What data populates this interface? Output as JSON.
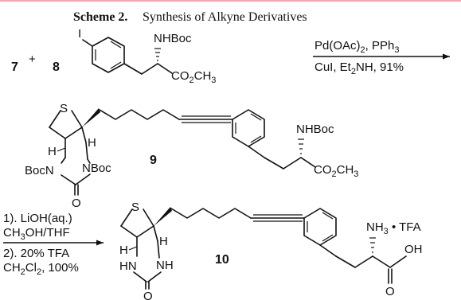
{
  "caption": {
    "label": "Scheme 2.",
    "title": "Synthesis of Alkyne Derivatives"
  },
  "step1": {
    "reactant_a": "7",
    "plus": "+",
    "reactant_b": "8",
    "iodo": "I",
    "boc_amine": "NHBoc",
    "ester": "CO2CH3",
    "reagents_line1": "Pd(OAc)2, PPh3",
    "reagents_line2": "CuI, Et2NH, 91%"
  },
  "compound9": {
    "number": "9",
    "sulfur": "S",
    "h_label": "H",
    "boc_n_left": "BocN",
    "boc_n_right": "NBoc",
    "oxygen": "O",
    "boc_amine": "NHBoc",
    "ester": "CO2CH3"
  },
  "step2": {
    "line1": "1). LiOH(aq.)",
    "line2": "CH3OH/THF",
    "line3": "2). 20% TFA",
    "line4": "CH2Cl2, 100%"
  },
  "compound10": {
    "number": "10",
    "sulfur": "S",
    "h_label": "H",
    "nh_left": "HN",
    "nh_right": "NH",
    "oxygen": "O",
    "ammonium": "NH3 • TFA",
    "hydroxyl": "OH",
    "acid_oxygen": "O"
  }
}
